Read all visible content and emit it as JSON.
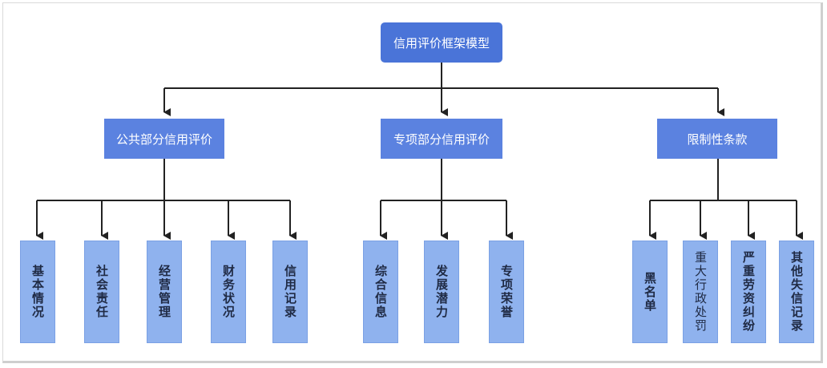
{
  "root": "信用评价框架模型",
  "groups": [
    {
      "label": "公共部分信用评价",
      "children": [
        "基本情况",
        "社会责任",
        "经营管理",
        "财务状况",
        "信用记录"
      ]
    },
    {
      "label": "专项部分信用评价",
      "children": [
        "综合信息",
        "发展潜力",
        "专项荣誉"
      ]
    },
    {
      "label": "限制性条款",
      "children": [
        "黑名单",
        "重大行政处罚",
        "严重劳资纠纷",
        "其他失信记录"
      ]
    }
  ],
  "colors": {
    "root": "#4a74d8",
    "group": "#5b82e0",
    "leaf": "#8fb2ee",
    "edge": "#222222"
  }
}
